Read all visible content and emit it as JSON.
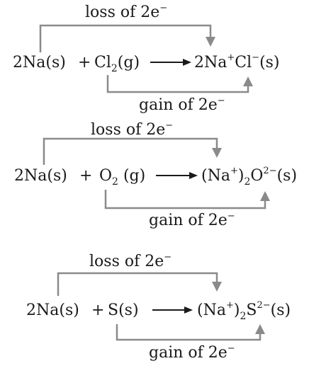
{
  "reactions": [
    {
      "loss_label": {
        "main": "loss of 2e",
        "sup": "−"
      },
      "gain_label": {
        "main": "gain of 2e",
        "sup": "−"
      },
      "reactant_left": "2Na(s)",
      "plus": "+",
      "reactant_right": {
        "main": "Cl",
        "sub": "2",
        "tail": "(g)"
      },
      "product": [
        {
          "text": "2Na",
          "role": "n"
        },
        {
          "text": "+",
          "role": "sup"
        },
        {
          "text": "Cl",
          "role": "n"
        },
        {
          "text": "−",
          "role": "sup"
        },
        {
          "text": "(s)",
          "role": "n"
        }
      ]
    },
    {
      "loss_label": {
        "main": "loss of 2e",
        "sup": "−"
      },
      "gain_label": {
        "main": "gain of 2e",
        "sup": "−"
      },
      "reactant_left": "2Na(s)",
      "plus": "+",
      "reactant_right": {
        "main": "O",
        "sub": "2",
        "tail": " (g)"
      },
      "product": [
        {
          "text": "(Na",
          "role": "n"
        },
        {
          "text": "+",
          "role": "sup"
        },
        {
          "text": ")",
          "role": "n"
        },
        {
          "text": "2",
          "role": "sub"
        },
        {
          "text": "O",
          "role": "n"
        },
        {
          "text": "2−",
          "role": "sup"
        },
        {
          "text": "(s)",
          "role": "n"
        }
      ]
    },
    {
      "loss_label": {
        "main": "loss of 2e",
        "sup": "−"
      },
      "gain_label": {
        "main": "gain of 2e",
        "sup": "−"
      },
      "reactant_left": "2Na(s)",
      "plus": "+",
      "reactant_right": {
        "main": "S(s)",
        "sub": "",
        "tail": ""
      },
      "product": [
        {
          "text": "(Na",
          "role": "n"
        },
        {
          "text": "+",
          "role": "sup"
        },
        {
          "text": ")",
          "role": "n"
        },
        {
          "text": "2",
          "role": "sub"
        },
        {
          "text": "S",
          "role": "n"
        },
        {
          "text": "2−",
          "role": "sup"
        },
        {
          "text": "(s)",
          "role": "n"
        }
      ]
    }
  ],
  "colors": {
    "bracket": "#8a8a8a",
    "text": "#1a1a1a"
  }
}
